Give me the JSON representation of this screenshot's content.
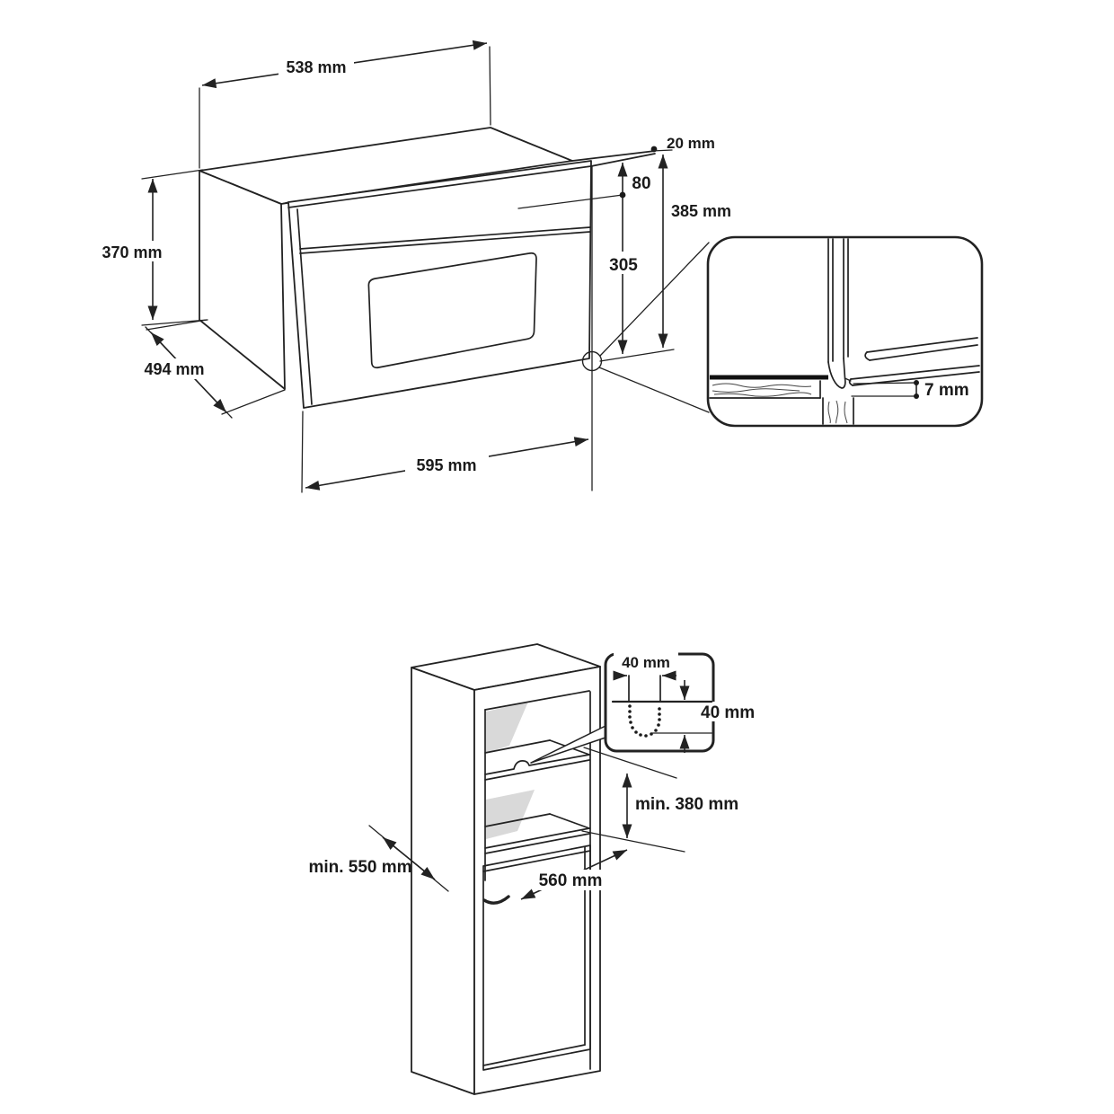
{
  "top_view": {
    "width_top": "538 mm",
    "height": "370 mm",
    "depth": "494 mm",
    "width_front": "595 mm",
    "protrusion_top": "20 mm",
    "control_panel_height": "80",
    "front_height": "385 mm",
    "door_lower_height": "305",
    "detail_gap": "7 mm"
  },
  "cabinet_view": {
    "cutout_width": "40 mm",
    "cutout_depth": "40 mm",
    "niche_height": "min. 380 mm",
    "niche_depth": "min. 550 mm",
    "niche_width": "560 mm"
  },
  "colors": {
    "line": "#222222",
    "text": "#1a1a1a",
    "background": "#ffffff",
    "glass_shading": "#d9d9d9"
  }
}
